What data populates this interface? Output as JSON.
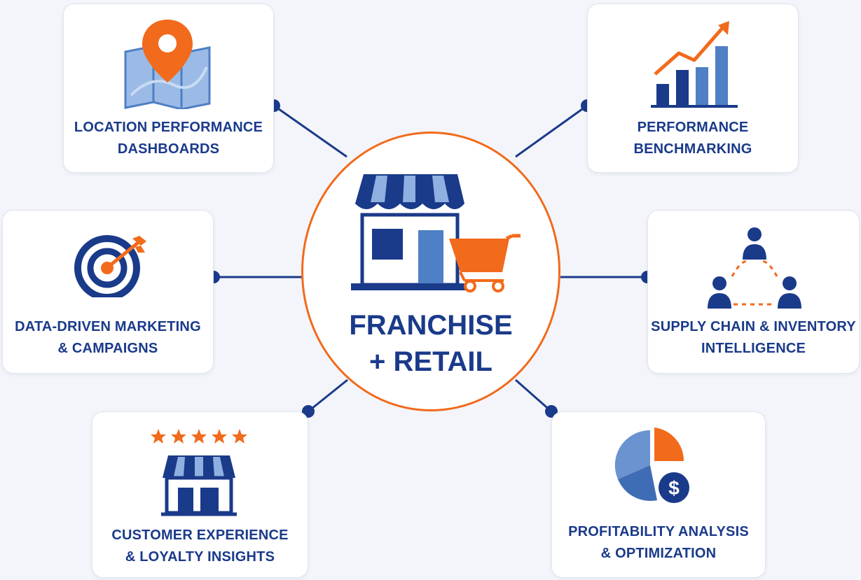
{
  "center": {
    "line1": "FRANCHISE",
    "line2": "+ RETAIL",
    "icon": "storefront-with-cart-icon"
  },
  "cards": {
    "location": {
      "line1": "LOCATION PERFORMANCE",
      "line2": "DASHBOARDS",
      "icon": "map-pin-icon"
    },
    "benchmarking": {
      "line1": "PERFORMANCE",
      "line2": "BENCHMARKING",
      "icon": "bar-chart-growth-icon"
    },
    "marketing": {
      "line1": "DATA-DRIVEN MARKETING",
      "line2": "& CAMPAIGNS",
      "icon": "target-icon"
    },
    "supply": {
      "line1": "SUPPLY CHAIN & INVENTORY",
      "line2": "INTELLIGENCE",
      "icon": "network-people-icon"
    },
    "customer": {
      "line1": "CUSTOMER EXPERIENCE",
      "line2": "& LOYALTY INSIGHTS",
      "icon": "store-five-stars-icon"
    },
    "profit": {
      "line1": "PROFITABILITY ANALYSIS",
      "line2": "& OPTIMIZATION",
      "icon": "pie-chart-dollar-icon"
    }
  },
  "colors": {
    "navy": "#1a3a8a",
    "blue": "#4f7fc4",
    "light_blue": "#8fb0e0",
    "orange": "#f26a1b",
    "background": "#f3f5fa"
  }
}
